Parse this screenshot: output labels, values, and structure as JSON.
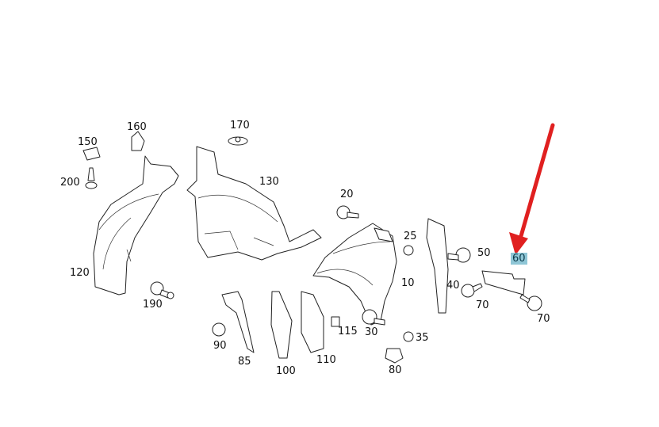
{
  "diagram": {
    "highlight_color": "#8fc6d6",
    "arrow_color": "#e02020",
    "highlighted_part": "60",
    "labels": {
      "p150": "150",
      "p160": "160",
      "p170": "170",
      "p200": "200",
      "p130": "130",
      "p20": "20",
      "p25": "25",
      "p50": "50",
      "p60": "60",
      "p120": "120",
      "p190": "190",
      "p10": "10",
      "p40": "40",
      "p70a": "70",
      "p70b": "70",
      "p90": "90",
      "p115": "115",
      "p30": "30",
      "p35": "35",
      "p85": "85",
      "p100": "100",
      "p110": "110",
      "p80": "80"
    }
  }
}
